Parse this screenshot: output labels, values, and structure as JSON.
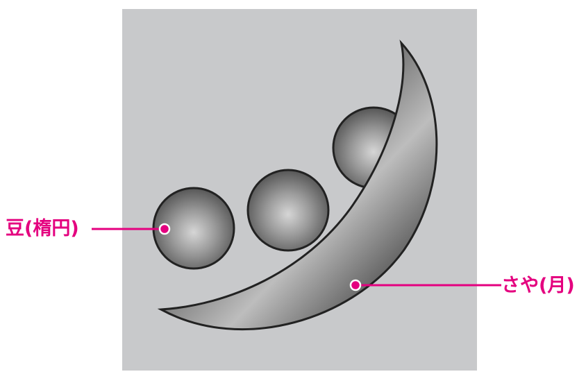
{
  "labels": {
    "bean": "豆(楕円)",
    "pod": "さや(月)"
  },
  "colors": {
    "background_panel": "#c8c9cb",
    "shape_outline": "#222222",
    "callout": "#e4007f"
  },
  "illustration": {
    "beans": 3,
    "pods": 1
  }
}
